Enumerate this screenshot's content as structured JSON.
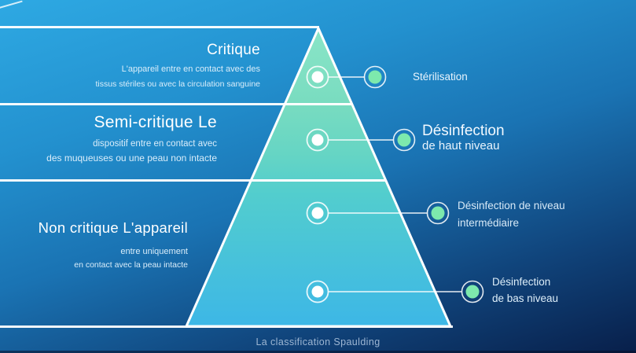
{
  "caption": "La classification Spaulding",
  "pyramid": {
    "levels": [
      {
        "heading": "Critique",
        "description": [
          "L'appareil entre en contact avec des",
          "tissus stériles ou avec la circulation sanguine"
        ]
      },
      {
        "heading": "Semi-critique Le",
        "description": [
          "dispositif entre en contact avec",
          "des muqueuses ou une peau non intacte"
        ]
      },
      {
        "heading": "Non critique L'appareil",
        "description": [
          "entre uniquement",
          "en contact avec la peau intacte"
        ]
      }
    ],
    "callouts": [
      {
        "lines": [
          "Stérilisation"
        ]
      },
      {
        "lines": [
          "Désinfection",
          "de haut niveau"
        ]
      },
      {
        "lines": [
          "Désinfection de niveau",
          "intermédiaire"
        ]
      },
      {
        "lines": [
          "Désinfection",
          "de bas niveau"
        ]
      }
    ]
  },
  "colors": {
    "bg_top": "#2ea9e3",
    "bg_upper": "#2391cf",
    "bg_mid": "#1a73b3",
    "bg_lower": "#10437a",
    "bg_bottom": "#081f4a",
    "separator_line": "#ffffff",
    "pyramid_stops": [
      "#8ae5c7",
      "#79dcc0",
      "#66d5c4",
      "#52cdce",
      "#3db7e6"
    ],
    "node_dot": "#ffffff",
    "callout_dot": "#7de9ad",
    "heading_text": "#ffffff",
    "body_text": "#d9edfa",
    "caption_text": "#9db6d3"
  }
}
